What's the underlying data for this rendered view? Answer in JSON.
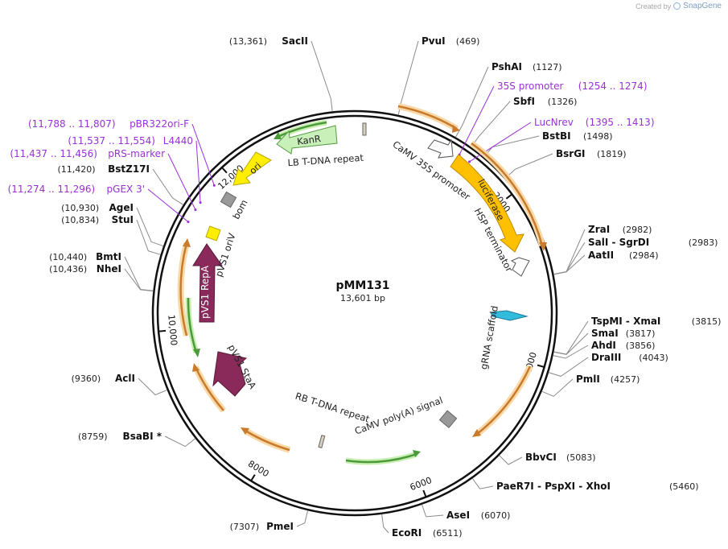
{
  "credit": {
    "prefix": "Created by",
    "brand": "SnapGene"
  },
  "plasmid": {
    "name": "pMM131",
    "length_label": "13,601 bp",
    "total_bp": 13601
  },
  "colors": {
    "backbone": "#111111",
    "primer": "#9b30d9",
    "line": "#8a8a8a",
    "orange_arrow": "#c97a2a",
    "orange_glow": "#f8d9a8",
    "green_arrow": "#4a9a3a",
    "green_glow": "#c8efb0",
    "kanr": "#c8f0b8",
    "ori": "#ffee00",
    "luciferase": "#ffc000",
    "repA": "#8a2a5a",
    "bom": "#999999",
    "grna": "#33bbdd"
  },
  "ticks": [
    {
      "bp": 2000,
      "label": "2000"
    },
    {
      "bp": 4000,
      "label": "4000"
    },
    {
      "bp": 6000,
      "label": "6000"
    },
    {
      "bp": 8000,
      "label": "8000"
    },
    {
      "bp": 10000,
      "label": "10,000"
    },
    {
      "bp": 12000,
      "label": "12,000"
    }
  ],
  "sites": [
    {
      "bp": 13361,
      "name": "SacII",
      "pos": "(13,361)",
      "side": "left"
    },
    {
      "bp": 469,
      "name": "PvuI",
      "pos": "(469)",
      "side": "right"
    },
    {
      "bp": 1127,
      "name": "PshAI",
      "pos": "(1127)",
      "side": "right"
    },
    {
      "bp": 1326,
      "name": "SbfI",
      "pos": "(1326)",
      "side": "right"
    },
    {
      "bp": 1498,
      "name": "BstBI",
      "pos": "(1498)",
      "side": "right"
    },
    {
      "bp": 1819,
      "name": "BsrGI",
      "pos": "(1819)",
      "side": "right"
    },
    {
      "bp": 2982,
      "name": "ZraI",
      "pos": "(2982)",
      "side": "right"
    },
    {
      "bp": 2983,
      "name": "SalI  -  SgrDI",
      "pos": "(2983)",
      "side": "right"
    },
    {
      "bp": 2984,
      "name": "AatII",
      "pos": "(2984)",
      "side": "right"
    },
    {
      "bp": 3815,
      "name": "TspMI  -  XmaI",
      "pos": "(3815)",
      "side": "right"
    },
    {
      "bp": 3817,
      "name": "SmaI",
      "pos": "(3817)",
      "side": "right"
    },
    {
      "bp": 3856,
      "name": "AhdI",
      "pos": "(3856)",
      "side": "right"
    },
    {
      "bp": 4043,
      "name": "DraIII",
      "pos": "(4043)",
      "side": "right"
    },
    {
      "bp": 4257,
      "name": "PmlI",
      "pos": "(4257)",
      "side": "right"
    },
    {
      "bp": 5083,
      "name": "BbvCI",
      "pos": "(5083)",
      "side": "right"
    },
    {
      "bp": 5460,
      "name": "PaeR7I  -  PspXI  -  XhoI",
      "pos": "(5460)",
      "side": "right"
    },
    {
      "bp": 6070,
      "name": "AseI",
      "pos": "(6070)",
      "side": "right"
    },
    {
      "bp": 6511,
      "name": "EcoRI",
      "pos": "(6511)",
      "side": "right"
    },
    {
      "bp": 7307,
      "name": "PmeI",
      "pos": "(7307)",
      "side": "left"
    },
    {
      "bp": 8759,
      "name": "BsaBI *",
      "pos": "(8759)",
      "side": "left"
    },
    {
      "bp": 9360,
      "name": "AclI",
      "pos": "(9360)",
      "side": "left"
    },
    {
      "bp": 10436,
      "name": "NheI",
      "pos": "(10,436)",
      "side": "left"
    },
    {
      "bp": 10440,
      "name": "BmtI",
      "pos": "(10,440)",
      "side": "left"
    },
    {
      "bp": 10834,
      "name": "StuI",
      "pos": "(10,834)",
      "side": "left"
    },
    {
      "bp": 10930,
      "name": "AgeI",
      "pos": "(10,930)",
      "side": "left"
    },
    {
      "bp": 11420,
      "name": "BstZ17I",
      "pos": "(11,420)",
      "side": "left"
    }
  ],
  "primers": [
    {
      "bp": 1264,
      "name": "35S promoter",
      "range": "(1254 .. 1274)",
      "side": "right"
    },
    {
      "bp": 1404,
      "name": "LucNrev",
      "range": "(1395 .. 1413)",
      "side": "right"
    },
    {
      "bp": 11797,
      "name": "pBR322ori-F",
      "range": "(11,788 .. 11,807)",
      "side": "left"
    },
    {
      "bp": 11545,
      "name": "L4440",
      "range": "(11,537 .. 11,554)",
      "side": "left"
    },
    {
      "bp": 11446,
      "name": "pRS-marker",
      "range": "(11,437 .. 11,456)",
      "side": "left"
    },
    {
      "bp": 11285,
      "name": "pGEX 3'",
      "range": "(11,274 .. 11,296)",
      "side": "left"
    }
  ],
  "features": [
    {
      "name": "KanR",
      "label": "KanR"
    },
    {
      "name": "ori",
      "label": "ori"
    },
    {
      "name": "luciferase",
      "label": "luciferase"
    },
    {
      "name": "pVS1 RepA",
      "label": "pVS1 RepA"
    },
    {
      "name": "pVS1 StaA",
      "label": "pVS1 StaA"
    },
    {
      "name": "LB T-DNA repeat",
      "label": "LB T-DNA repeat"
    },
    {
      "name": "CaMV 35S promoter",
      "label": "CaMV 35S promoter"
    },
    {
      "name": "HSP terminator",
      "label": "HSP terminator"
    },
    {
      "name": "gRNA scaffold",
      "label": "gRNA scaffold"
    },
    {
      "name": "CaMV poly(A) signal",
      "label": "CaMV poly(A) signal"
    },
    {
      "name": "RB T-DNA repeat",
      "label": "RB T-DNA repeat"
    },
    {
      "name": "pVS1 oriV",
      "label": "pVS1 oriV"
    },
    {
      "name": "bom",
      "label": "bom"
    }
  ]
}
